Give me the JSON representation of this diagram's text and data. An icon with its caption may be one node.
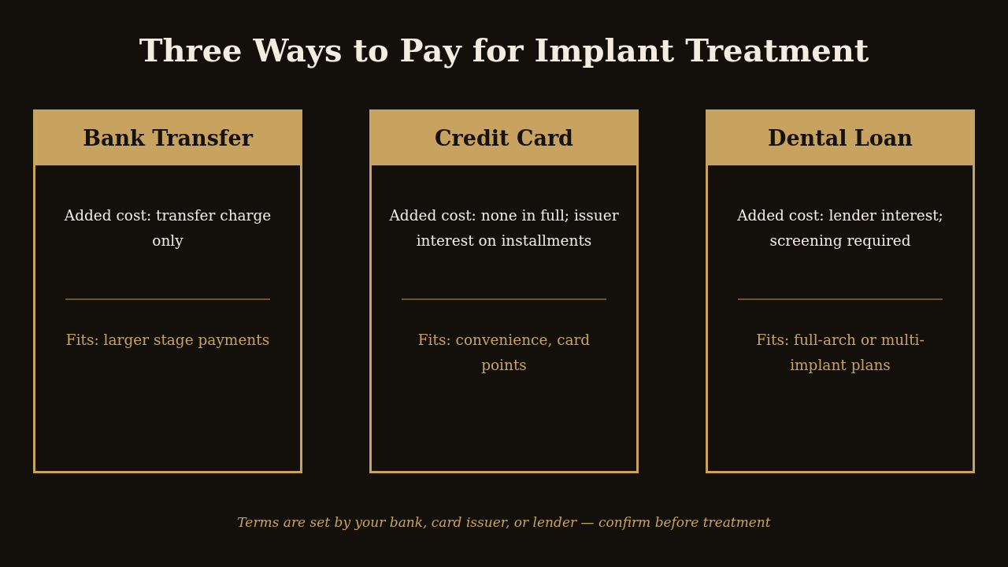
{
  "diagram": {
    "title": "Three Ways to Pay for Implant Treatment",
    "nodes": [
      {
        "text": [
          "Bank Transfer",
          "Added cost: transfer charge only",
          "Fits: larger stage payments"
        ]
      },
      {
        "text": [
          "Credit Card",
          "Added cost: none in full; issuer interest on installments",
          "Fits: convenience, card points"
        ]
      },
      {
        "text": [
          "Dental Loan",
          "Added cost: lender interest; screening required",
          "Fits: full-arch or multi-implant plans"
        ]
      }
    ],
    "edges": [],
    "caption": "Terms are set by your bank, card issuer, or lender — confirm before treatment"
  }
}
